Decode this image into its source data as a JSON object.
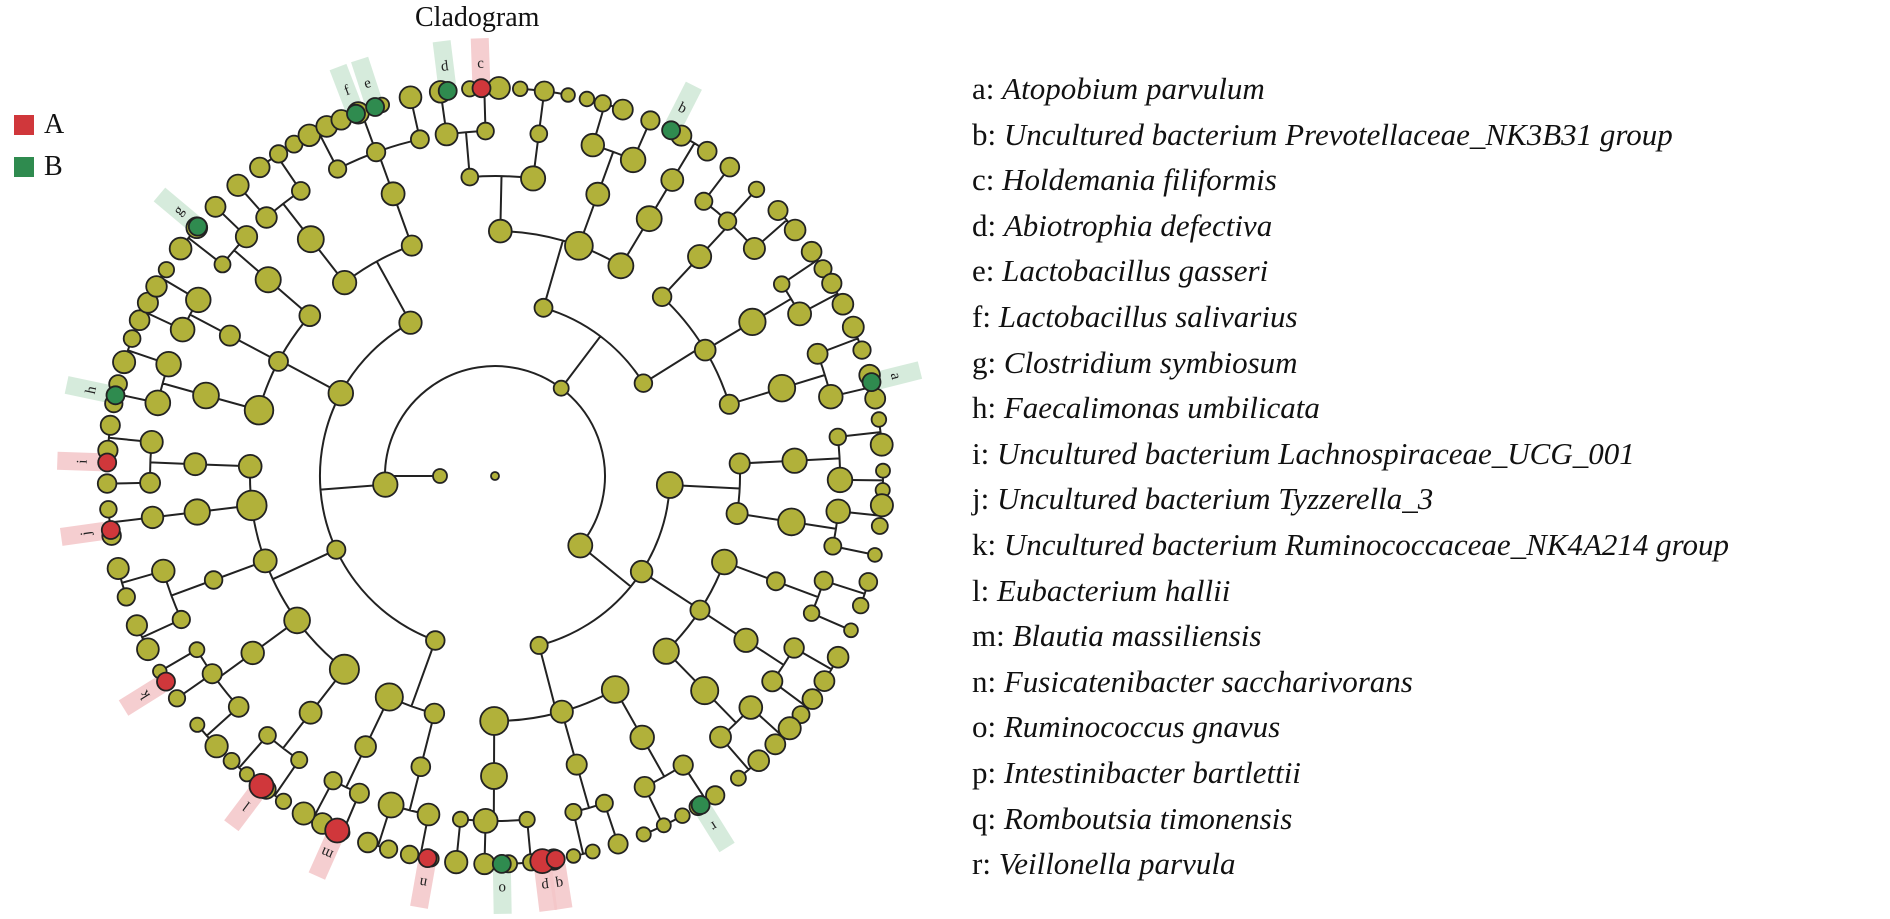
{
  "title": "Cladogram",
  "colors": {
    "group_a": "#d0373b",
    "group_b": "#2f8b4f",
    "node": "#b1b13a",
    "edge": "#222222",
    "highlight_a": "#f3c6c8",
    "highlight_b": "#cfe8d6"
  },
  "groups": [
    {
      "label": "A",
      "color": "#d0373b"
    },
    {
      "label": "B",
      "color": "#2f8b4f"
    }
  ],
  "biomarkers": [
    {
      "letter": "a",
      "group": "B",
      "name": "Atopobium parvulum"
    },
    {
      "letter": "b",
      "group": "B",
      "name": "Uncultured bacterium Prevotellaceae_NK3B31 group"
    },
    {
      "letter": "c",
      "group": "A",
      "name": "Holdemania filiformis"
    },
    {
      "letter": "d",
      "group": "B",
      "name": "Abiotrophia defectiva"
    },
    {
      "letter": "e",
      "group": "B",
      "name": "Lactobacillus gasseri"
    },
    {
      "letter": "f",
      "group": "B",
      "name": "Lactobacillus salivarius"
    },
    {
      "letter": "g",
      "group": "B",
      "name": "Clostridium symbiosum"
    },
    {
      "letter": "h",
      "group": "B",
      "name": "Faecalimonas umbilicata"
    },
    {
      "letter": "i",
      "group": "A",
      "name": "Uncultured bacterium Lachnospiraceae_UCG_001"
    },
    {
      "letter": "j",
      "group": "A",
      "name": "Uncultured bacterium Tyzzerella_3"
    },
    {
      "letter": "k",
      "group": "A",
      "name": "Uncultured bacterium Ruminococcaceae_NK4A214 group"
    },
    {
      "letter": "l",
      "group": "A",
      "name": "Eubacterium hallii"
    },
    {
      "letter": "m",
      "group": "A",
      "name": "Blautia massiliensis"
    },
    {
      "letter": "n",
      "group": "A",
      "name": "Fusicatenibacter saccharivorans"
    },
    {
      "letter": "o",
      "group": "B",
      "name": "Ruminococcus gnavus"
    },
    {
      "letter": "p",
      "group": "A",
      "name": "Intestinibacter bartlettii"
    },
    {
      "letter": "q",
      "group": "A",
      "name": "Romboutsia timonensis"
    },
    {
      "letter": "r",
      "group": "B",
      "name": "Veillonella parvula"
    }
  ]
}
